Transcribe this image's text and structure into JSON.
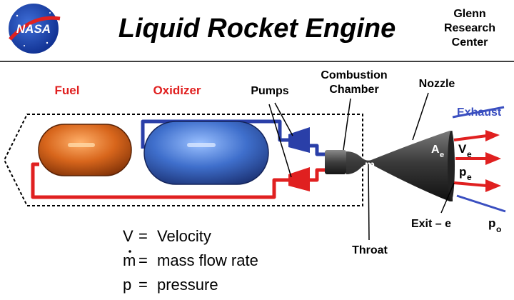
{
  "header": {
    "logo_text": "NASA",
    "title": "Liquid Rocket Engine",
    "org_line1": "Glenn",
    "org_line2": "Research",
    "org_line3": "Center"
  },
  "labels": {
    "fuel": "Fuel",
    "oxidizer": "Oxidizer",
    "pumps": "Pumps",
    "combustion_line1": "Combustion",
    "combustion_line2": "Chamber",
    "nozzle": "Nozzle",
    "exhaust": "Exhaust",
    "throat": "Throat",
    "exit": "Exit – e",
    "mdot": "m",
    "area_main": "A",
    "area_sub": "e",
    "velocity_main": "V",
    "velocity_sub": "e",
    "pressure_main": "p",
    "pressure_sub": "e",
    "ambient_main": "p",
    "ambient_sub": "o"
  },
  "legend": [
    {
      "symbol": "V",
      "eq": "=",
      "text": "Velocity"
    },
    {
      "symbol": "m",
      "eq": "=",
      "text": "mass flow rate"
    },
    {
      "symbol": "p",
      "eq": "=",
      "text": "pressure"
    }
  ],
  "colors": {
    "fuel_line": "#e02020",
    "oxidizer_line": "#2a3fa8",
    "label_red": "#e02020",
    "label_blue": "#2a3fa8",
    "exhaust_blue": "#3a4fc0"
  }
}
